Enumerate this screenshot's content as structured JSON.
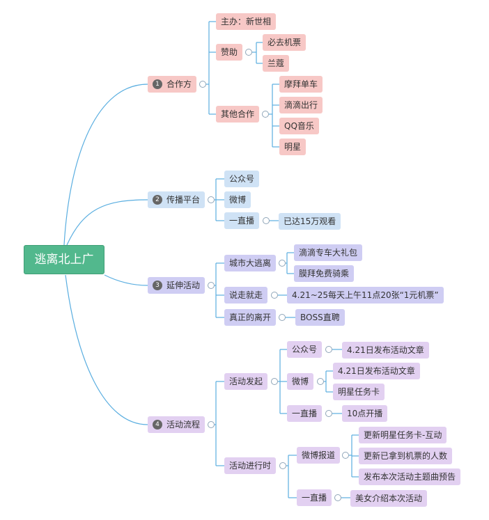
{
  "root": {
    "label": "逃离北上广"
  },
  "branches": [
    {
      "num": "1",
      "label": "合作方",
      "children": [
        {
          "label": "主办：新世相"
        },
        {
          "label": "赞助",
          "children": [
            {
              "label": "必去机票"
            },
            {
              "label": "兰蔻"
            }
          ]
        },
        {
          "label": "其他合作",
          "children": [
            {
              "label": "摩拜单车"
            },
            {
              "label": "滴滴出行"
            },
            {
              "label": "QQ音乐"
            },
            {
              "label": "明星"
            }
          ]
        }
      ]
    },
    {
      "num": "2",
      "label": "传播平台",
      "children": [
        {
          "label": "公众号"
        },
        {
          "label": "微博"
        },
        {
          "label": "一直播",
          "children": [
            {
              "label": "已达15万观看"
            }
          ]
        }
      ]
    },
    {
      "num": "3",
      "label": "延伸活动",
      "children": [
        {
          "label": "城市大逃离",
          "children": [
            {
              "label": "滴滴专车大礼包"
            },
            {
              "label": "膜拜免费骑乘"
            }
          ]
        },
        {
          "label": "说走就走",
          "children": [
            {
              "label": "4.21~25每天上午11点20张“1元机票”"
            }
          ]
        },
        {
          "label": "真正的离开",
          "children": [
            {
              "label": "BOSS直聘"
            }
          ]
        }
      ]
    },
    {
      "num": "4",
      "label": "活动流程",
      "children": [
        {
          "label": "活动发起",
          "children": [
            {
              "label": "公众号",
              "children": [
                {
                  "label": "4.21日发布活动文章"
                }
              ]
            },
            {
              "label": "微博",
              "children": [
                {
                  "label": "4.21日发布活动文章"
                },
                {
                  "label": "明星任务卡"
                }
              ]
            },
            {
              "label": "一直播",
              "children": [
                {
                  "label": "10点开播"
                }
              ]
            }
          ]
        },
        {
          "label": "活动进行时",
          "children": [
            {
              "label": "微博报道",
              "children": [
                {
                  "label": "更新明星任务卡-互动"
                },
                {
                  "label": "更新已拿到机票的人数"
                },
                {
                  "label": "发布本次活动主题曲预告"
                }
              ]
            },
            {
              "label": "一直播",
              "children": [
                {
                  "label": "美女介绍本次活动"
                }
              ]
            }
          ]
        }
      ]
    }
  ],
  "colors": {
    "root": "#52b88d",
    "connector": "#5aaee0",
    "branch1": "#f7c8c6",
    "branch2": "#cfe2f5",
    "branch3": "#cfcdf3",
    "branch4": "#e2d0f1"
  }
}
